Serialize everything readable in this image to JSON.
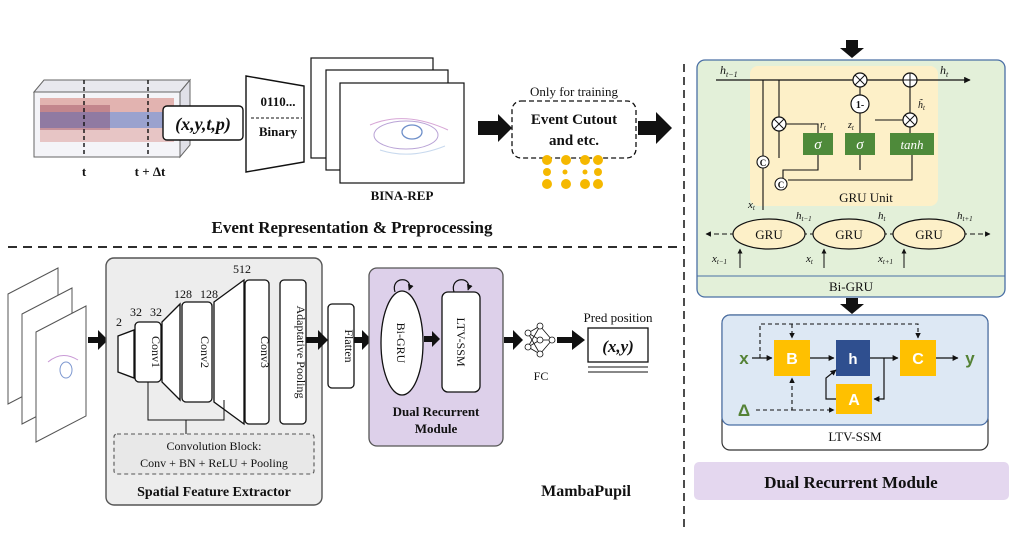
{
  "event_section": {
    "title": "Event Representation & Preprocessing",
    "xytp": "(x,y,t,p)",
    "t_label": "t",
    "tdt_label": "t + Δt",
    "binary_bits": "0110...",
    "binary_label": "Binary",
    "bina_rep": "BINA-REP",
    "only_training": "Only for training",
    "cutout_line1": "Event Cutout",
    "cutout_line2": "and etc."
  },
  "spatial": {
    "title": "Spatial Feature Extractor",
    "ch_2": "2",
    "ch_32a": "32",
    "ch_32b": "32",
    "ch_128a": "128",
    "ch_128b": "128",
    "ch_512": "512",
    "conv1": "Conv1",
    "conv2": "Conv2",
    "conv3": "Conv3",
    "adaptive_pooling": "Adaptative Pooling",
    "conv_block_title": "Convolution Block:",
    "conv_block_desc": "Conv + BN + ReLU + Pooling"
  },
  "flatten": "Flatten",
  "dual_recurrent": {
    "bigru": "Bi-GRU",
    "ltv_ssm": "LTV-SSM",
    "title_line1": "Dual Recurrent",
    "title_line2": "Module"
  },
  "fc": "FC",
  "pred_position": "Pred position",
  "pred_xy": "(x,y)",
  "model_name": "MambaPupil",
  "gru_unit": {
    "title": "GRU Unit",
    "h_prev": "h",
    "h_prev_sub": "t−1",
    "h_t": "h",
    "h_t_sub": "t",
    "r_t": "r",
    "z_t": "z",
    "h_tilde": "h̃",
    "x_t": "x",
    "sigma1": "σ",
    "sigma2": "σ",
    "tanh": "tanh",
    "one_minus": "1-",
    "concat": "C"
  },
  "bigru_panel": {
    "caption": "Bi-GRU",
    "cells": [
      "GRU",
      "GRU",
      "GRU"
    ],
    "top_labels": [
      "h",
      "h",
      "h"
    ],
    "top_subs": [
      "t−1",
      "t",
      "t+1"
    ],
    "bottom_labels": [
      "x",
      "x",
      "x"
    ],
    "bottom_subs": [
      "t−1",
      "t",
      "t+1"
    ]
  },
  "ssm_panel": {
    "caption": "LTV-SSM",
    "x": "x",
    "y": "y",
    "delta": "Δ",
    "B": "B",
    "h": "h",
    "C": "C",
    "A": "A"
  },
  "dual_recurrent_right": "Dual Recurrent Module",
  "colors": {
    "green_panel": "#e3f0d9",
    "gru_unit_bg": "#fdf0c8",
    "gate_green": "#4e8a3a",
    "ssm_panel": "#dde8f4",
    "ssm_yellow": "#ffc000",
    "ssm_navy": "#2f4f8f",
    "purple": "#ddd0ea",
    "gray_panel": "#ededed",
    "xy_green": "#548235"
  }
}
